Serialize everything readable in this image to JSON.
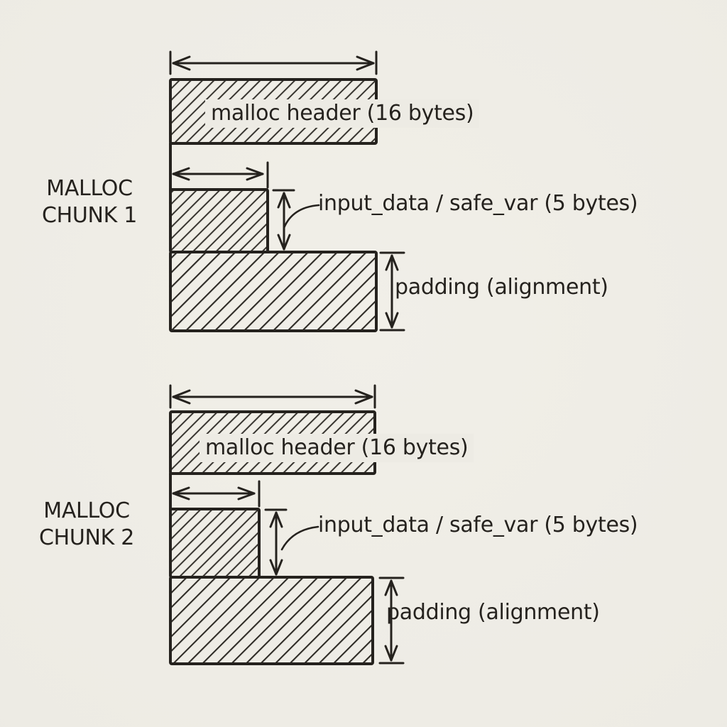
{
  "diagram": {
    "paper_color": "#edebe4",
    "ink_color": "#25221e",
    "chunks": [
      {
        "name_line1": "MALLOC",
        "name_line2": "CHUNK 1",
        "segments": {
          "header": "malloc header (16 bytes)",
          "data": "input_data / safe_var (5 bytes)",
          "padding": "padding (alignment)"
        }
      },
      {
        "name_line1": "MALLOC",
        "name_line2": "CHUNK 2",
        "segments": {
          "header": "malloc header (16 bytes)",
          "data": "input_data / safe_var (5 bytes)",
          "padding": "padding (alignment)"
        }
      }
    ]
  }
}
